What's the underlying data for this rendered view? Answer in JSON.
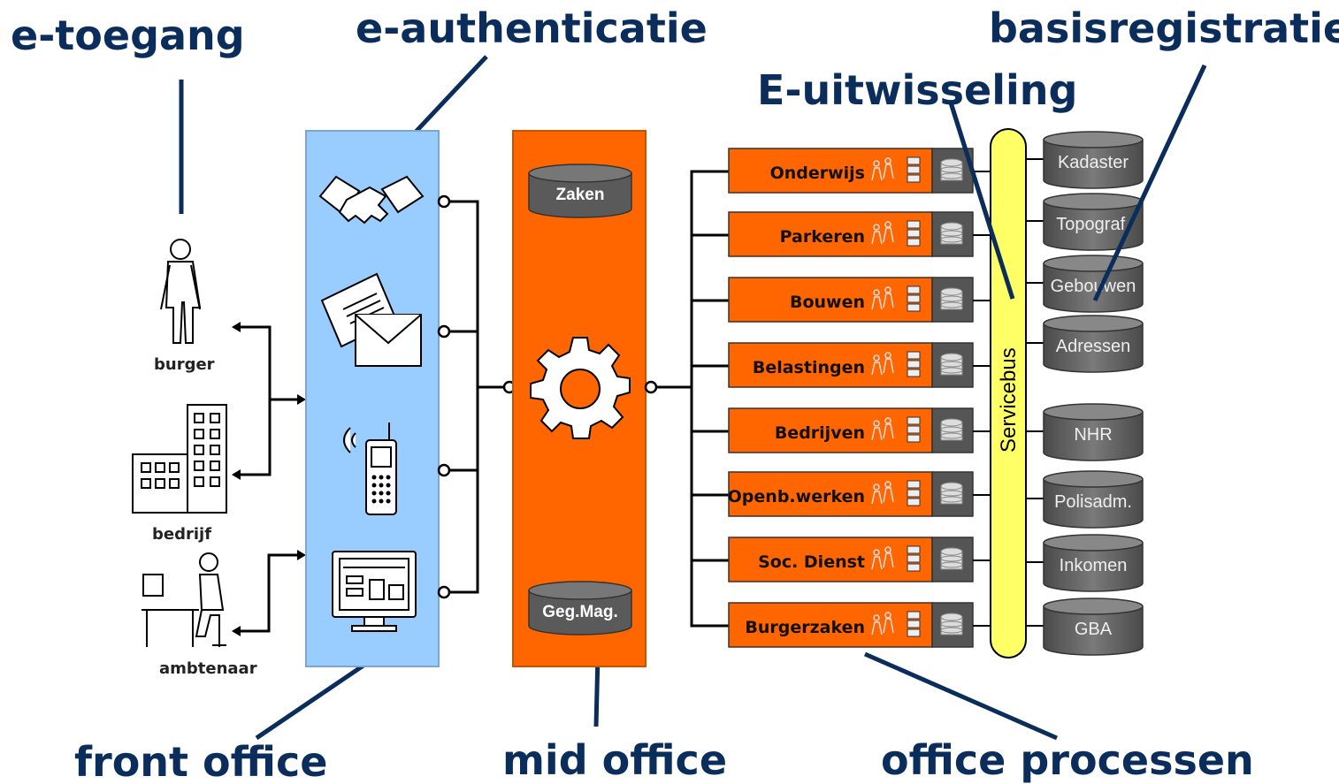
{
  "titles": {
    "e_toegang": "e-toegang",
    "e_authenticatie": "e-authenticatie",
    "basisregistraties": "basisregistraties",
    "e_uitwisseling": "E-uitwisseling",
    "front_office": "front office",
    "mid_office": "mid office",
    "office_processen": "office processen"
  },
  "actors": [
    {
      "label": "burger"
    },
    {
      "label": "bedrijf"
    },
    {
      "label": "ambtenaar"
    }
  ],
  "mid_office": {
    "top_db": "Zaken",
    "bottom_db": "Geg.Mag."
  },
  "processes": [
    {
      "label": "Onderwijs"
    },
    {
      "label": "Parkeren"
    },
    {
      "label": "Bouwen"
    },
    {
      "label": "Belastingen"
    },
    {
      "label": "Bedrijven"
    },
    {
      "label": "Openb.werken"
    },
    {
      "label": "Soc. Dienst"
    },
    {
      "label": "Burgerzaken"
    }
  ],
  "servicebus": "Servicebus",
  "registries": [
    {
      "label": "Kadaster"
    },
    {
      "label": "Topograf."
    },
    {
      "label": "Gebouwen"
    },
    {
      "label": "Adressen"
    },
    {
      "label": "NHR"
    },
    {
      "label": "Polisadm."
    },
    {
      "label": "Inkomen"
    },
    {
      "label": "GBA"
    }
  ],
  "colors": {
    "title_blue": "#0b2d5b",
    "front_office_fill": "#99ccff",
    "mid_office_fill": "#ff6600",
    "process_fill": "#ff6600",
    "process_icon_bg": "#555555",
    "servicebus_fill": "#ffff66",
    "db_fill": "#666666"
  }
}
